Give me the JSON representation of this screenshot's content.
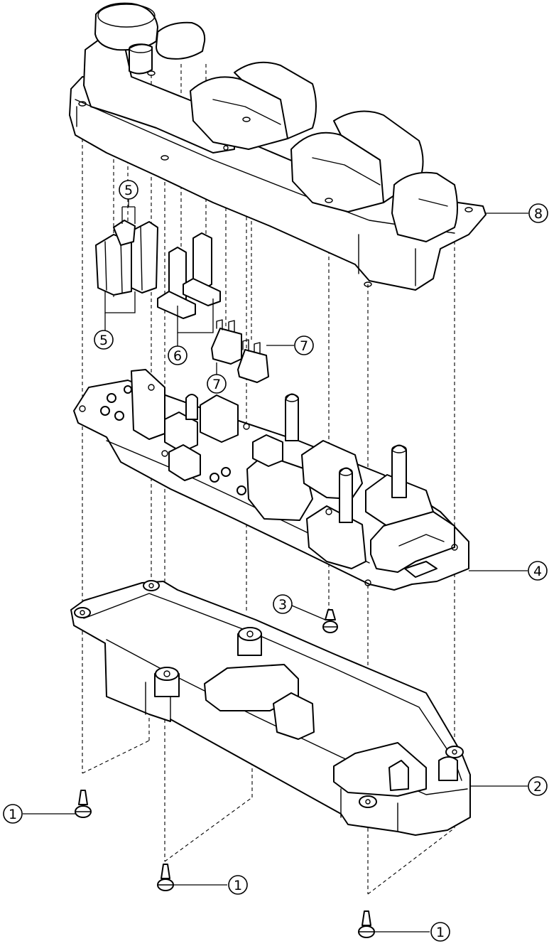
{
  "callouts": [
    {
      "id": "c8",
      "label": "8"
    },
    {
      "id": "c5a",
      "label": "5"
    },
    {
      "id": "c5b",
      "label": "5"
    },
    {
      "id": "c6",
      "label": "6"
    },
    {
      "id": "c7a",
      "label": "7"
    },
    {
      "id": "c7b",
      "label": "7"
    },
    {
      "id": "c4",
      "label": "4"
    },
    {
      "id": "c3",
      "label": "3"
    },
    {
      "id": "c2",
      "label": "2"
    },
    {
      "id": "c1a",
      "label": "1"
    },
    {
      "id": "c1b",
      "label": "1"
    },
    {
      "id": "c1c",
      "label": "1"
    }
  ]
}
